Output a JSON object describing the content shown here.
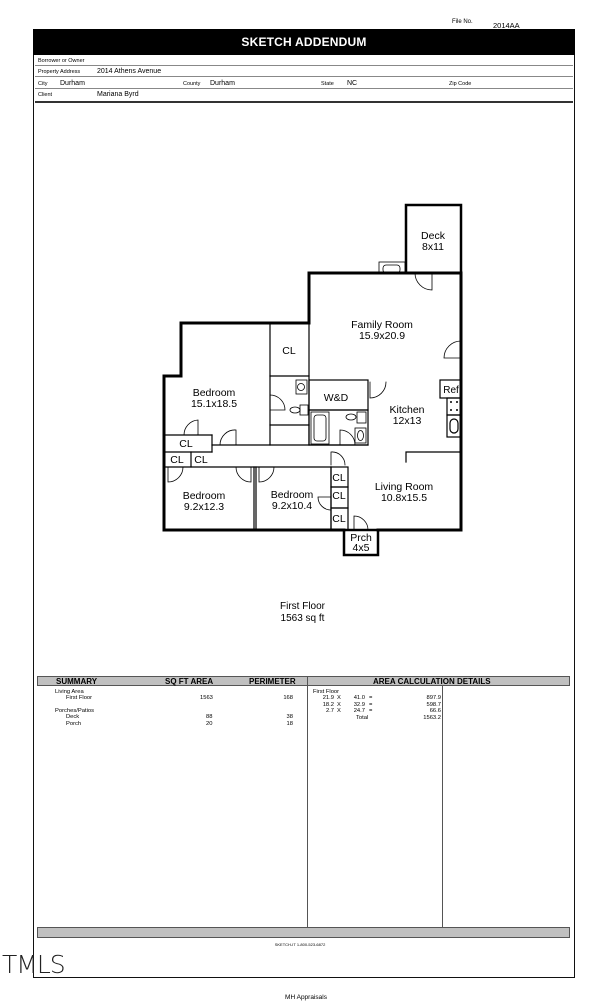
{
  "file": {
    "label": "File No.",
    "value": "2014AA"
  },
  "title": "SKETCH ADDENDUM",
  "header": {
    "borrower_label": "Borrower or Owner",
    "borrower_value": "",
    "address_label": "Property Address",
    "address_value": "2014 Athens Avenue",
    "city_label": "City",
    "city_value": "Durham",
    "county_label": "County",
    "county_value": "Durham",
    "state_label": "State",
    "state_value": "NC",
    "zip_label": "Zip Code",
    "zip_value": "",
    "client_label": "Client",
    "client_value": "Mariana Byrd"
  },
  "sketch": {
    "rooms": [
      {
        "name": "Deck",
        "dims": "8x11"
      },
      {
        "name": "Family Room",
        "dims": "15.9x20.9"
      },
      {
        "name": "Bedroom",
        "dims": "15.1x18.5"
      },
      {
        "name": "Kitchen",
        "dims": "12x13"
      },
      {
        "name": "Living Room",
        "dims": "10.8x15.5"
      },
      {
        "name": "Bedroom",
        "dims": "9.2x12.3"
      },
      {
        "name": "Bedroom",
        "dims": "9.2x10.4"
      },
      {
        "name": "Prch",
        "dims": "4x5"
      }
    ],
    "labels": {
      "closet": "CL",
      "laundry": "W&D",
      "fridge": "Ref"
    },
    "floor_name": "First Floor",
    "floor_area": "1563 sq ft"
  },
  "summary": {
    "headers": {
      "summary": "SUMMARY",
      "area": "SQ FT AREA",
      "perimeter": "PERIMETER",
      "details": "AREA CALCULATION DETAILS"
    },
    "groups": [
      {
        "label": "Living Area",
        "rows": [
          {
            "name": "First Floor",
            "area": "1563",
            "perimeter": "168"
          }
        ]
      },
      {
        "label": "Porches/Patios",
        "rows": [
          {
            "name": "Deck",
            "area": "88",
            "perimeter": "38"
          },
          {
            "name": "Porch",
            "area": "20",
            "perimeter": "18"
          }
        ]
      }
    ],
    "calc": {
      "floor": "First Floor",
      "rows": [
        {
          "a": "21.9",
          "op": "X",
          "b": "41.0",
          "eq": "=",
          "result": "897.9"
        },
        {
          "a": "18.2",
          "op": "X",
          "b": "32.9",
          "eq": "=",
          "result": "598.7"
        },
        {
          "a": "2.7",
          "op": "X",
          "b": "24.7",
          "eq": "=",
          "result": "66.6"
        }
      ],
      "total_label": "Total",
      "total_value": "1563.2"
    }
  },
  "footer": {
    "sketch_phone": "SKETCH-IT 1-800-523-6872",
    "watermark": "TMLS",
    "company": "MH Appraisals"
  }
}
